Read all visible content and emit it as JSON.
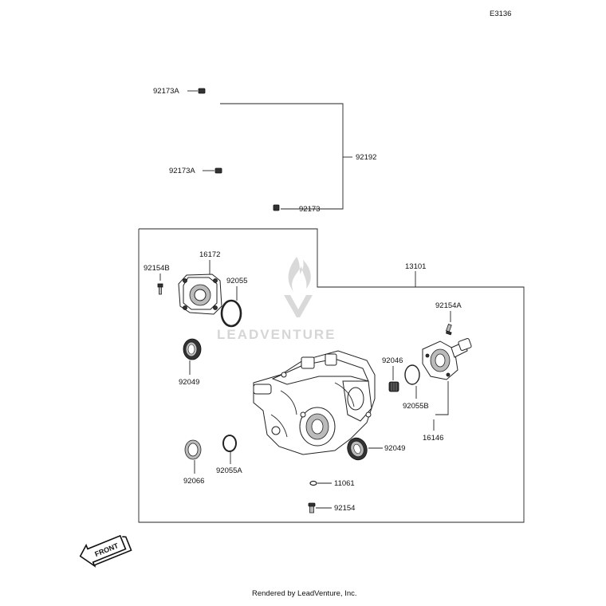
{
  "diagram_code": "E3136",
  "watermark": {
    "brand": "LEADVENTURE"
  },
  "footer": {
    "text": "Rendered by LeadVenture, Inc."
  },
  "front_arrow": {
    "label": "FRONT"
  },
  "parts": {
    "p92173A_top": "92173A",
    "p92173A_bottom": "92173A",
    "p92192": "92192",
    "p92173": "92173",
    "p13101": "13101",
    "p92154B": "92154B",
    "p16172": "16172",
    "p92055": "92055",
    "p92049_left": "92049",
    "p92154A": "92154A",
    "p92046": "92046",
    "p92055B": "92055B",
    "p16146": "16146",
    "p92049_right": "92049",
    "p92066": "92066",
    "p92055A": "92055A",
    "p11061": "11061",
    "p92154": "92154"
  }
}
